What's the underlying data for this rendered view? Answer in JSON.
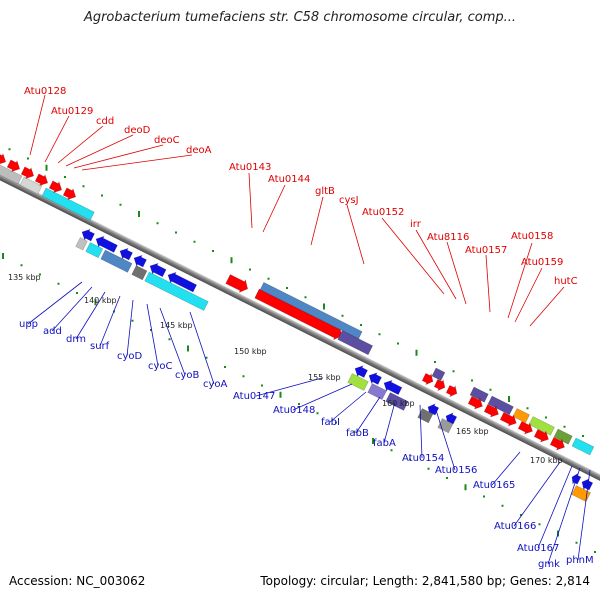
{
  "title": "Agrobacterium tumefaciens str. C58 chromosome circular, comp...",
  "footer": {
    "accession": "Accession: NC_003062",
    "summary": "Topology: circular; Length: 2,841,580 bp; Genes: 2,814"
  },
  "scale_labels": [
    "135 kbp",
    "140 kbp",
    "145 kbp",
    "150 kbp",
    "155 kbp",
    "160 kbp",
    "165 kbp",
    "170 kbp"
  ],
  "top_gene_labels": [
    "Atu0128",
    "Atu0129",
    "cdd",
    "deoD",
    "deoC",
    "deoA",
    "Atu0143",
    "Atu0144",
    "gltB",
    "cysJ",
    "Atu0152",
    "irr",
    "Atu8116",
    "Atu0157",
    "Atu0158",
    "Atu0159",
    "hutC"
  ],
  "bottom_gene_labels": [
    "upp",
    "add",
    "drm",
    "surf",
    "cyoD",
    "cyoC",
    "cyoB",
    "cyoA",
    "Atu0147",
    "Atu0148",
    "fabI",
    "fabB",
    "fabA",
    "Atu0154",
    "Atu0156",
    "Atu0165",
    "Atu0166",
    "Atu0167",
    "gmk",
    "phnM"
  ],
  "colors": {
    "forward_strand": "#ff0000",
    "reverse_strand": "#1010e0",
    "cds_blue": "#4f86c6",
    "cyan": "#22e0f0",
    "purple": "#5c4ea0",
    "lavender": "#8878d0",
    "lime": "#a0e040",
    "orange": "#ff9a00",
    "backbone": "#7a7a7a",
    "tick": "#1a8a1a"
  }
}
